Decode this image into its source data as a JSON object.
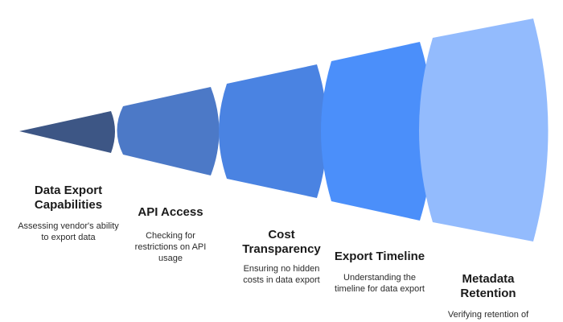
{
  "colors": {
    "segment_1": "#3d5685",
    "segment_2": "#4c79c7",
    "segment_3": "#4a83e2",
    "segment_4": "#4b8ffa",
    "segment_5": "#93bbfd",
    "text": "#1b1b1b"
  },
  "steps": [
    {
      "title": "Data Export Capabilities",
      "description": "Assessing vendor's ability to export data"
    },
    {
      "title": "API Access",
      "description": "Checking for restrictions on API usage"
    },
    {
      "title": "Cost Transparency",
      "description": "Ensuring no hidden costs in data export"
    },
    {
      "title": "Export Timeline",
      "description": "Understanding the timeline for data export"
    },
    {
      "title": "Metadata Retention",
      "description": "Verifying retention of"
    }
  ]
}
